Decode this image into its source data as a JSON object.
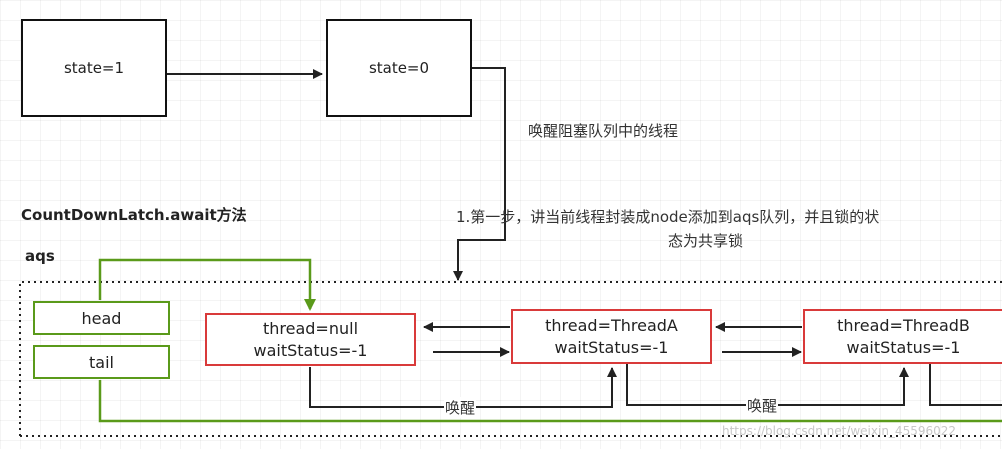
{
  "states": [
    {
      "label": "state=1"
    },
    {
      "label": "state=0"
    }
  ],
  "wake_queue_text": "唤醒阻塞队列中的线程",
  "section_title": "CountDownLatch.await方法",
  "aqs_label": "aqs",
  "step_note_line1": "1.第一步，讲当前线程封装成node添加到aqs队列，并且锁的状",
  "step_note_line2": "态为共享锁",
  "pointers": {
    "head": "head",
    "tail": "tail"
  },
  "nodes": [
    {
      "thread": "thread=null",
      "wait_status": "waitStatus=-1"
    },
    {
      "thread": "thread=ThreadA",
      "wait_status": "waitStatus=-1"
    },
    {
      "thread": "thread=ThreadB",
      "wait_status": "waitStatus=-1"
    }
  ],
  "wake_labels": [
    "唤醒",
    "唤醒"
  ],
  "watermark": "https://blog.csdn.net/weixin_45596022",
  "colors": {
    "node_border": "#d93a3a",
    "pointer": "#5a9a1a",
    "line": "#222222"
  }
}
